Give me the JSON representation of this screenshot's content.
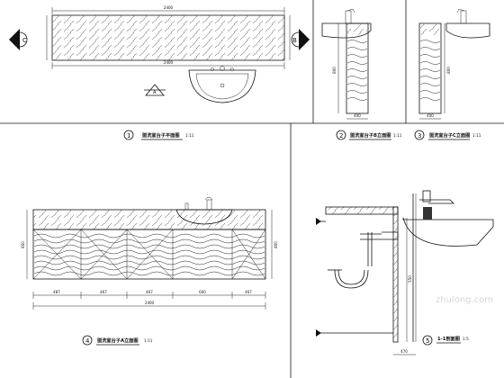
{
  "views": {
    "plan": {
      "number": "1",
      "title": "盥洗室台子平面图",
      "scale": "1:11",
      "top_dim": "2400",
      "bottom_dim": "2400",
      "marker_left": "C",
      "marker_right": "B",
      "marker_bottom": "A"
    },
    "elev_b": {
      "number": "2",
      "title": "盥洗室台子B立面图",
      "scale": "1:11",
      "side_dim": "800",
      "bottom_dim": "400"
    },
    "elev_c": {
      "number": "3",
      "title": "盥洗室台子C立面图",
      "scale": "1:11",
      "side_dim": "800",
      "bottom_dim": "400"
    },
    "elev_a": {
      "number": "4",
      "title": "盥洗室台子A立面图",
      "scale": "1:11",
      "left_dim": "800",
      "right_dim": "800",
      "segment_dims": [
        "487",
        "467",
        "467",
        "600",
        "467"
      ],
      "total_dim": "2400"
    },
    "section": {
      "number": "5",
      "title": "1-1剖面图",
      "scale": "1:5",
      "height_dim": "550",
      "bottom_dim": "470"
    }
  },
  "watermark": "zhulong.com"
}
